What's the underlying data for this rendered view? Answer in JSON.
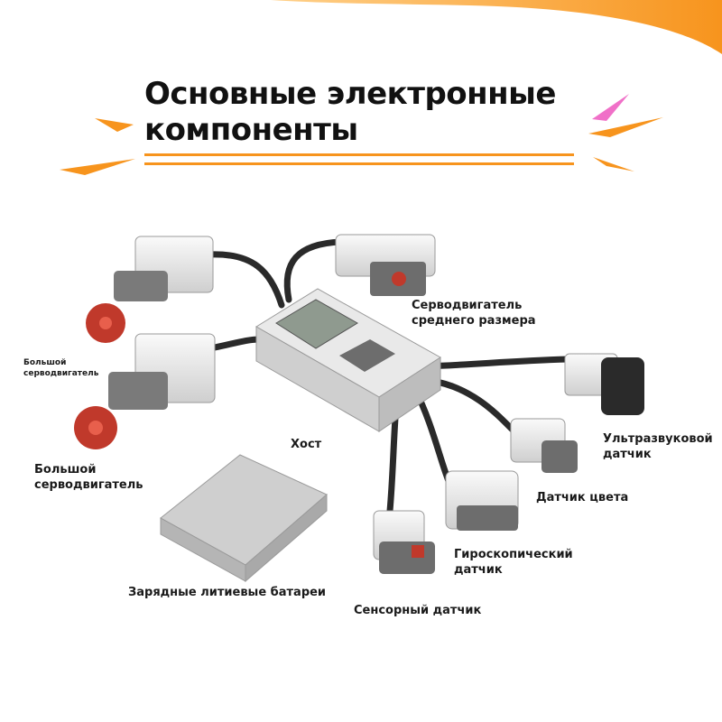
{
  "title": {
    "line1": "Основные электронные",
    "line2": "компоненты"
  },
  "labels": {
    "medium_motor": [
      "Серводвигатель",
      "среднего размера"
    ],
    "large_motor_small": [
      "Большой",
      "серводвигатель"
    ],
    "large_motor": [
      "Большой",
      "серводвигатель"
    ],
    "host": "Хост",
    "ultrasonic": [
      "Ультразвуковой",
      "датчик"
    ],
    "color_sensor": "Датчик цвета",
    "gyro": [
      "Гироскопический",
      "датчик"
    ],
    "battery": "Зарядные литиевые батареи",
    "touch": "Сенсорный датчик"
  },
  "colors": {
    "accent_orange": "#f7941d",
    "accent_pink": "#f070c8",
    "brick_gray": "#d9d9d9",
    "brick_white": "#f2f2f2",
    "dark_gray": "#6d6d6d",
    "hub_red": "#c0392b",
    "cable": "#2a2a2a"
  },
  "icons": [
    "corner-swoosh-icon",
    "orange-stroke-icon",
    "pink-stroke-icon"
  ]
}
